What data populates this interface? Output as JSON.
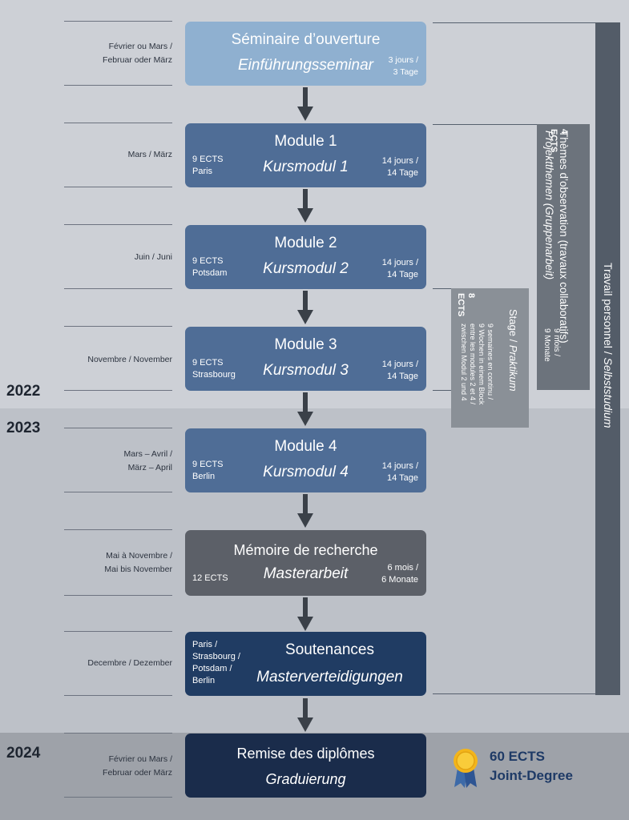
{
  "years": {
    "y2022": "2022",
    "y2023": "2023",
    "y2024": "2024"
  },
  "dates": {
    "d1": [
      "Février ou Mars /",
      "Februar oder März"
    ],
    "d2": [
      "Mars / März"
    ],
    "d3": [
      "Juin / Juni"
    ],
    "d4": [
      "Novembre / November"
    ],
    "d5": [
      "Mars – Avril /",
      "März – April"
    ],
    "d6": [
      "Mai à Novembre /",
      "Mai bis November"
    ],
    "d7": [
      "Decembre / Dezember"
    ],
    "d8": [
      "Février ou Mars /",
      "Februar oder März"
    ]
  },
  "steps": {
    "seminar": {
      "fr": "Séminaire d’ouverture",
      "de": "Einführungsseminar",
      "duration": [
        "3 jours /",
        "3 Tage"
      ]
    },
    "m1": {
      "fr": "Module 1",
      "de": "Kursmodul 1",
      "ects": "9 ECTS",
      "place": "Paris",
      "duration": [
        "14 jours /",
        "14 Tage"
      ]
    },
    "m2": {
      "fr": "Module 2",
      "de": "Kursmodul 2",
      "ects": "9 ECTS",
      "place": "Potsdam",
      "duration": [
        "14 jours /",
        "14 Tage"
      ]
    },
    "m3": {
      "fr": "Module 3",
      "de": "Kursmodul 3",
      "ects": "9 ECTS",
      "place": "Strasbourg",
      "duration": [
        "14 jours /",
        "14 Tage"
      ]
    },
    "m4": {
      "fr": "Module 4",
      "de": "Kursmodul 4",
      "ects": "9 ECTS",
      "place": "Berlin",
      "duration": [
        "14 jours /",
        "14 Tage"
      ]
    },
    "thesis": {
      "fr": "Mémoire de recherche",
      "de": "Masterarbeit",
      "ects": "12 ECTS",
      "duration": [
        "6 mois /",
        "6 Monate"
      ]
    },
    "defense": {
      "fr": "Soutenances",
      "de": "Masterverteidigungen",
      "places": [
        "Paris /",
        "Strasbourg /",
        "Potsdam /",
        "Berlin"
      ]
    },
    "graduation": {
      "fr": "Remise des diplômes",
      "de": "Graduierung"
    }
  },
  "side": {
    "travail": {
      "fr": "Travail personnel / ",
      "de": "Selbststudium"
    },
    "themes": {
      "ects_num": "4",
      "ects_label": "ECTS",
      "line1": "Thèmes d’observation (travaux collaboratifs)",
      "line2": "Projektthemen (Gruppenarbeit)",
      "duration": [
        "9 mois /",
        "9 Monate"
      ]
    },
    "stage": {
      "ects_num": "8",
      "ects_label": "ECTS",
      "title_fr": "Stage / ",
      "title_de": "Praktikum",
      "lines": [
        "9 semaines en continu /",
        "9 Wochen in einem Block",
        "entre les modules 2 et 4 /",
        "zwischen Modul 2 und 4"
      ]
    }
  },
  "badge": {
    "line1": "60 ECTS",
    "line2": "Joint-Degree"
  },
  "colors": {
    "seminar": "#8fb0d0",
    "module": "#4f6d96",
    "thesis": "#5c6068",
    "defense": "#203c63",
    "graduation": "#1a2c4b",
    "side_dark": "#535c68",
    "side_mid": "#6c737c",
    "side_light": "#8a9097"
  }
}
